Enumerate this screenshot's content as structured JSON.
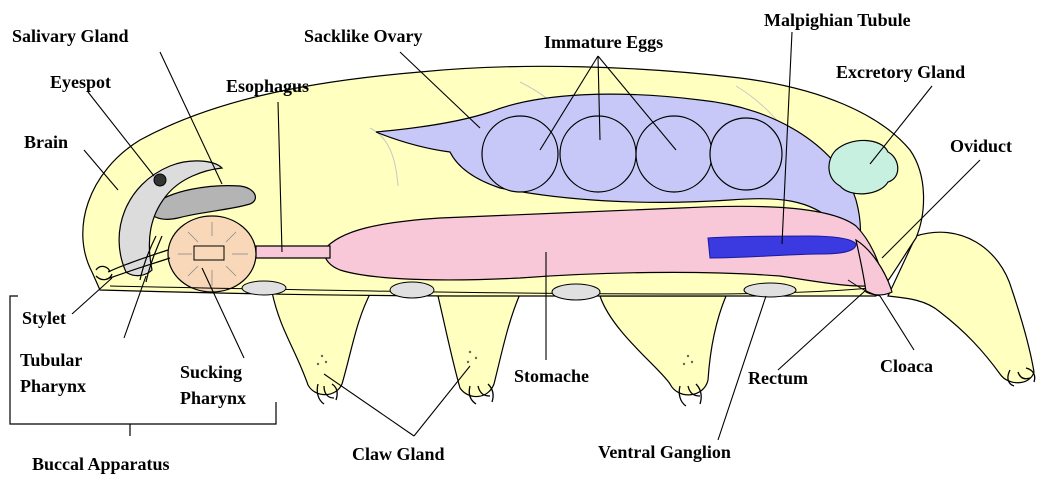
{
  "labels": {
    "salivary_gland": "Salivary Gland",
    "sacklike_ovary": "Sacklike Ovary",
    "immature_eggs": "Immature Eggs",
    "malpighian_tubule": "Malpighian Tubule",
    "eyespot": "Eyespot",
    "esophagus": "Esophagus",
    "excretory_gland": "Excretory Gland",
    "brain": "Brain",
    "oviduct": "Oviduct",
    "stylet": "Stylet",
    "tubular_pharynx_1": "Tubular",
    "tubular_pharynx_2": "Pharynx",
    "sucking_pharynx_1": "Sucking",
    "sucking_pharynx_2": "Pharynx",
    "stomache": "Stomache",
    "rectum": "Rectum",
    "cloaca": "Cloaca",
    "claw_gland": "Claw Gland",
    "ventral_ganglion": "Ventral Ganglion",
    "buccal_apparatus": "Buccal Apparatus"
  },
  "colors": {
    "body": "#ffffc0",
    "ovary": "#c8c8f8",
    "stomach": "#f8c8d8",
    "sucking_pharynx": "#f8d8b8",
    "excretory_gland": "#c8f0e0",
    "malpighian_tubule": "#3a3ae0",
    "salivary_gland": "#b4b4b4",
    "brain": "#dcdcdc",
    "ganglia": "#e0e0e0"
  }
}
